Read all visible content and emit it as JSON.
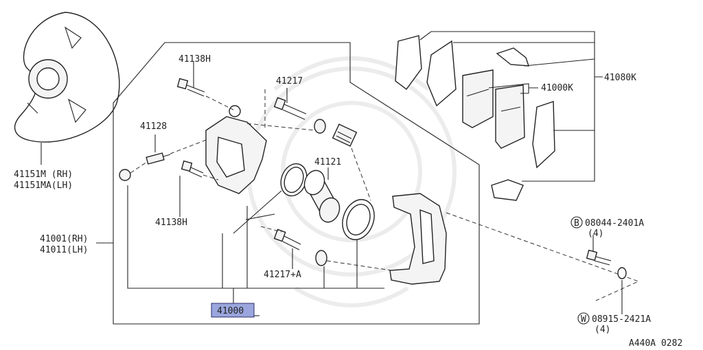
{
  "labels": {
    "p41138h_top": "41138H",
    "p41217": "41217",
    "p41128": "41128",
    "p41121": "41121",
    "p41138h_bot": "41138H",
    "p41217a": "41217+A",
    "p41000": "41000",
    "p41000k": "41000K",
    "p41080k": "41080K",
    "p41151m": "41151M (RH)",
    "p41151ma": "41151MA(LH)",
    "p41001": "41001(RH)",
    "p41011": "41011(LH)",
    "bolt_code": "08044-2401A",
    "bolt_circle": "B",
    "bolt_qty": "(4)",
    "washer_code": "08915-2421A",
    "washer_circle": "W",
    "washer_qty": "(4)",
    "diagram_id": "A440A 0282"
  },
  "colors": {
    "highlight": "#9aa6dd",
    "line": "#222222"
  }
}
